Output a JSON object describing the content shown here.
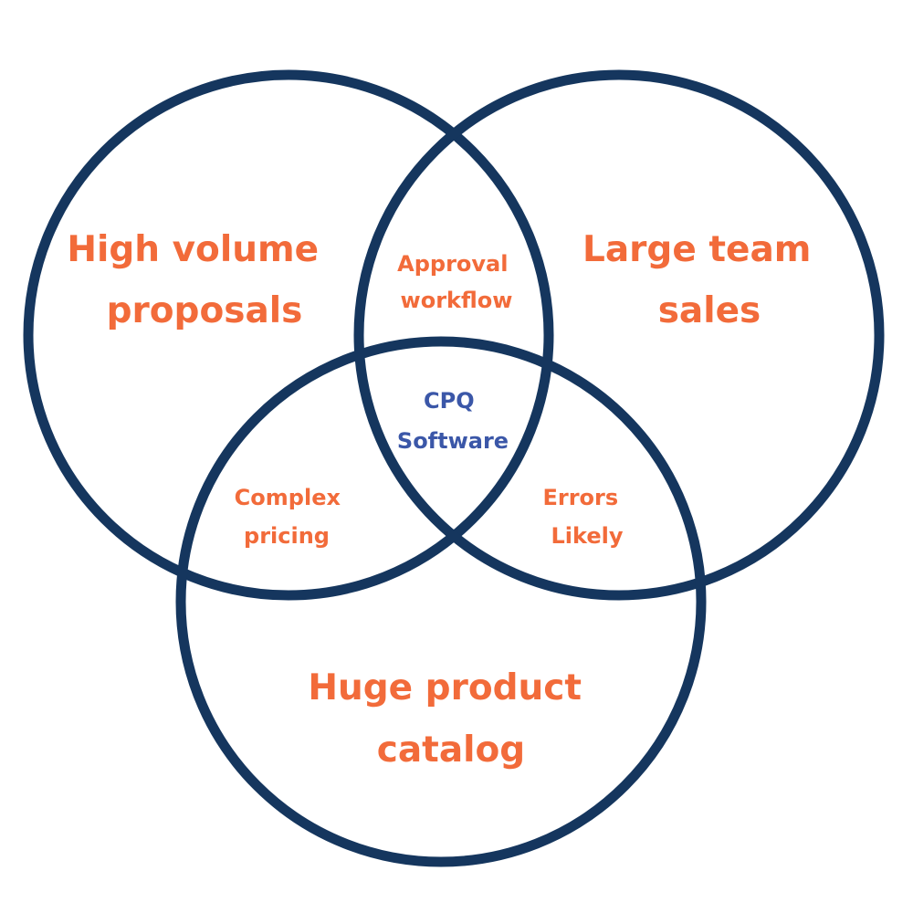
{
  "colors": {
    "circle_stroke": "#15365e",
    "label_orange": "#f26b3a",
    "center_blue": "#3b57a8",
    "background": "#ffffff"
  },
  "sets": {
    "high_volume": {
      "line1": "High volume",
      "line2": "proposals"
    },
    "large_team": {
      "line1": "Large team",
      "line2": "sales"
    },
    "huge_catalog": {
      "line1": "Huge product",
      "line2": "catalog"
    }
  },
  "overlaps": {
    "approval": {
      "line1": "Approval",
      "line2": "workflow"
    },
    "complex": {
      "line1": "Complex",
      "line2": "pricing"
    },
    "errors": {
      "line1": "Errors",
      "line2": "Likely"
    }
  },
  "center": {
    "line1": "CPQ",
    "line2": "Software"
  }
}
